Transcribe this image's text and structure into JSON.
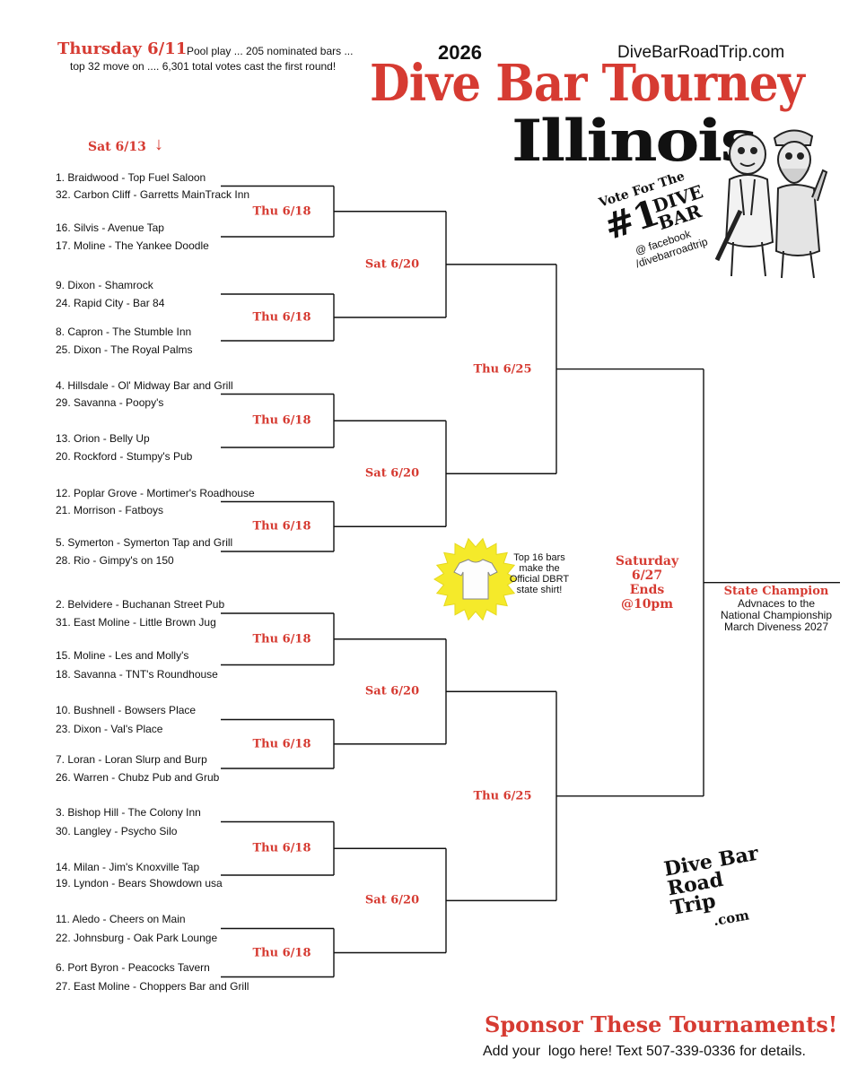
{
  "header": {
    "note_date": "Thursday 6/11",
    "note_line1": "Pool play ... 205 nominated bars ...",
    "note_line2": "top 32 move on .... 6,301 total votes cast the first round!",
    "year": "2026",
    "website": "DiveBarRoadTrip.com",
    "title": "Dive Bar Tourney",
    "state": "Illinois"
  },
  "vote_badge": {
    "line1": "Vote For The",
    "number": "#1",
    "line2": "DIVE",
    "line3": "BAR",
    "line4": "@ facebook",
    "line5": "/divebarroadtrip"
  },
  "first_round": {
    "label": "Sat 6/13",
    "arrow": "↓"
  },
  "teams": [
    "1. Braidwood - Top Fuel Saloon",
    "32. Carbon Cliff - Garretts MainTrack Inn",
    "16. Silvis - Avenue Tap",
    "17. Moline - The Yankee Doodle",
    "9. Dixon - Shamrock",
    "24. Rapid City - Bar 84",
    "8. Capron - The Stumble Inn",
    "25. Dixon - The Royal Palms",
    "4. Hillsdale - Ol' Midway Bar and Grill",
    "29. Savanna - Poopy's",
    "13. Orion - Belly Up",
    "20. Rockford - Stumpy's Pub",
    "12. Poplar Grove - Mortimer's Roadhouse",
    "21. Morrison - Fatboys",
    "5. Symerton - Symerton Tap and Grill",
    "28. Rio - Gimpy's on 150",
    "2. Belvidere - Buchanan Street Pub",
    "31. East Moline - Little Brown Jug",
    "15. Moline - Les and Molly's",
    "18. Savanna - TNT's Roundhouse",
    "10. Bushnell - Bowsers Place",
    "23. Dixon - Val's Place",
    "7. Loran - Loran Slurp and Burp",
    "26. Warren - Chubz Pub and Grub",
    "3. Bishop Hill - The Colony Inn",
    "30. Langley - Psycho Silo",
    "14. Milan - Jim's Knoxville Tap",
    "19. Lyndon - Bears Showdown usa",
    "11. Aledo - Cheers on Main",
    "22. Johnsburg - Oak Park Lounge",
    "6. Port Byron - Peacocks Tavern",
    "27. East Moline - Choppers Bar and Grill"
  ],
  "round2": [
    "Thu 6/18",
    "Thu 6/18",
    "Thu 6/18",
    "Thu 6/18",
    "Thu 6/18",
    "Thu 6/18",
    "Thu 6/18",
    "Thu 6/18"
  ],
  "round3": [
    "Sat 6/20",
    "Sat 6/20",
    "Sat 6/20",
    "Sat 6/20"
  ],
  "round4": [
    "Thu 6/25",
    "Thu 6/25"
  ],
  "final": {
    "line1": "Saturday",
    "line2": "6/27",
    "line3": "Ends",
    "line4": "@10pm"
  },
  "champion": {
    "title": "State Champion",
    "line1": "Advnaces to the",
    "line2": "National Championship",
    "line3": "March Diveness 2027"
  },
  "shirt_promo": {
    "line1": "Top 16 bars",
    "line2": "make the",
    "line3": "Official DBRT",
    "line4": "state shirt!"
  },
  "logo": {
    "line1": "Dive Bar",
    "line2": "Road Trip",
    "line3": ".com"
  },
  "sponsor": {
    "title": "Sponsor These Tournaments!",
    "details": "Add your  logo here! Text 507-339-0336 for details."
  },
  "colors": {
    "accent_red": "#d63b32",
    "text": "#111111",
    "shirt_burst": "#f5ea2a"
  }
}
